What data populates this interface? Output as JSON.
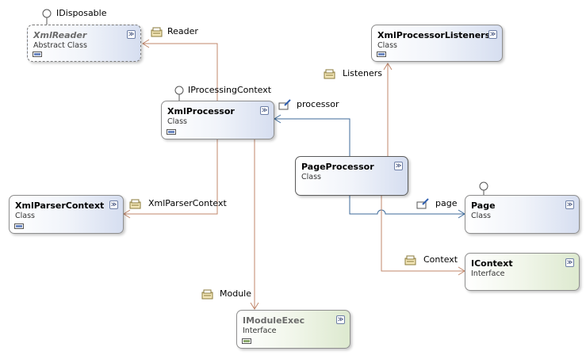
{
  "shapes": {
    "xmlreader": {
      "name": "XmlReader",
      "kind": "Abstract Class",
      "interface": "IDisposable"
    },
    "xmlprocessorlisteners": {
      "name": "XmlProcessorListeners",
      "kind": "Class"
    },
    "xmlprocessor": {
      "name": "XmlProcessor",
      "kind": "Class",
      "interface": "IProcessingContext"
    },
    "pageprocessor": {
      "name": "PageProcessor",
      "kind": "Class"
    },
    "xmlparsercontext": {
      "name": "XmlParserContext",
      "kind": "Class"
    },
    "page": {
      "name": "Page",
      "kind": "Class"
    },
    "icontext": {
      "name": "IContext",
      "kind": "Interface"
    },
    "imoduleexec": {
      "name": "IModuleExec",
      "kind": "Interface"
    }
  },
  "associations": {
    "reader": "Reader",
    "listeners": "Listeners",
    "processor": "processor",
    "xmlparsercontext": "XmlParserContext",
    "page": "page",
    "context": "Context",
    "module": "Module"
  },
  "colors": {
    "assoc_brown": "#c0876b",
    "assoc_blue": "#3d6a9a",
    "class_fill_end": "#d6def0",
    "interface_fill_end": "#dde9cf"
  },
  "icons": {
    "toggle": "double-chevron-down-icon",
    "member": "member-list-icon",
    "property": "property-icon",
    "lollipop": "lollipop-interface-icon"
  }
}
